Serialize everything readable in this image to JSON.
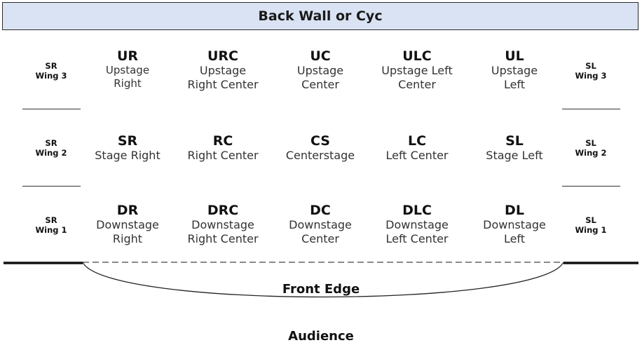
{
  "back_wall": "Back Wall or Cyc",
  "wings": {
    "sr3": {
      "side": "SR",
      "label": "Wing 3"
    },
    "sr2": {
      "side": "SR",
      "label": "Wing 2"
    },
    "sr1": {
      "side": "SR",
      "label": "Wing 1"
    },
    "sl3": {
      "side": "SL",
      "label": "Wing 3"
    },
    "sl2": {
      "side": "SL",
      "label": "Wing 2"
    },
    "sl1": {
      "side": "SL",
      "label": "Wing 1"
    }
  },
  "areas": {
    "ur": {
      "abbr": "UR",
      "line1": "Upstage",
      "line2": "Right"
    },
    "urc": {
      "abbr": "URC",
      "line1": "Upstage",
      "line2": "Right Center"
    },
    "uc": {
      "abbr": "UC",
      "line1": "Upstage",
      "line2": "Center"
    },
    "ulc": {
      "abbr": "ULC",
      "line1": "Upstage Left",
      "line2": "Center"
    },
    "ul": {
      "abbr": "UL",
      "line1": "Upstage",
      "line2": "Left"
    },
    "sr": {
      "abbr": "SR",
      "line1": "Stage Right"
    },
    "rc": {
      "abbr": "RC",
      "line1": "Right Center"
    },
    "cs": {
      "abbr": "CS",
      "line1": "Centerstage"
    },
    "lc": {
      "abbr": "LC",
      "line1": "Left Center"
    },
    "sl": {
      "abbr": "SL",
      "line1": "Stage Left"
    },
    "dr": {
      "abbr": "DR",
      "line1": "Downstage",
      "line2": "Right"
    },
    "drc": {
      "abbr": "DRC",
      "line1": "Downstage",
      "line2": "Right Center"
    },
    "dc": {
      "abbr": "DC",
      "line1": "Downstage",
      "line2": "Center"
    },
    "dlc": {
      "abbr": "DLC",
      "line1": "Downstage",
      "line2": "Left Center"
    },
    "dl": {
      "abbr": "DL",
      "line1": "Downstage",
      "line2": "Left"
    }
  },
  "front_edge": "Front Edge",
  "audience": "Audience",
  "colors": {
    "back_wall_fill": "#dae3f3",
    "outline": "#2b2b2b"
  }
}
